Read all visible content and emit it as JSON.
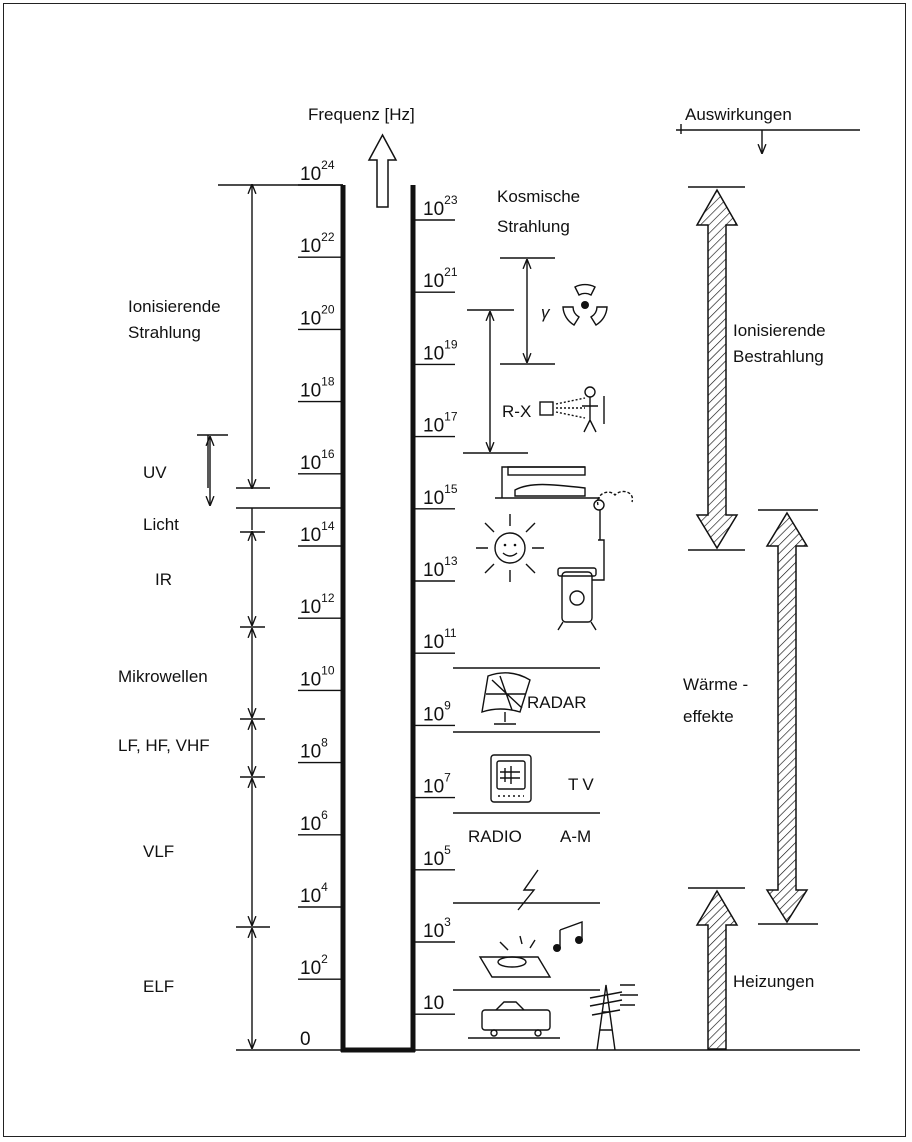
{
  "header": {
    "frequency_label": "Frequenz [Hz]",
    "effects_label": "Auswirkungen"
  },
  "left_scale": {
    "ticks": [
      {
        "base": "10",
        "exp": "24"
      },
      {
        "base": "10",
        "exp": "22"
      },
      {
        "base": "10",
        "exp": "20"
      },
      {
        "base": "10",
        "exp": "18"
      },
      {
        "base": "10",
        "exp": "16"
      },
      {
        "base": "10",
        "exp": "14"
      },
      {
        "base": "10",
        "exp": "12"
      },
      {
        "base": "10",
        "exp": "10"
      },
      {
        "base": "10",
        "exp": "8"
      },
      {
        "base": "10",
        "exp": "6"
      },
      {
        "base": "10",
        "exp": "4"
      },
      {
        "base": "10",
        "exp": "2"
      },
      {
        "base": "0",
        "exp": ""
      }
    ]
  },
  "right_scale": {
    "ticks": [
      {
        "base": "10",
        "exp": "23"
      },
      {
        "base": "10",
        "exp": "21"
      },
      {
        "base": "10",
        "exp": "19"
      },
      {
        "base": "10",
        "exp": "17"
      },
      {
        "base": "10",
        "exp": "15"
      },
      {
        "base": "10",
        "exp": "13"
      },
      {
        "base": "10",
        "exp": "11"
      },
      {
        "base": "10",
        "exp": "9"
      },
      {
        "base": "10",
        "exp": "7"
      },
      {
        "base": "10",
        "exp": "5"
      },
      {
        "base": "10",
        "exp": "3"
      },
      {
        "base": "10",
        "exp": ""
      }
    ]
  },
  "bands": {
    "ionizing_line1": "Ionisierende",
    "ionizing_line2": "Strahlung",
    "uv": "UV",
    "light": "Licht",
    "ir": "IR",
    "microwaves": "Mikrowellen",
    "lf_hf_vhf": "LF, HF, VHF",
    "vlf": "VLF",
    "elf": "ELF"
  },
  "applications": {
    "cosmic_line1": "Kosmische",
    "cosmic_line2": "Strahlung",
    "gamma": "γ",
    "xray": "R-X",
    "radar": "RADAR",
    "tv": "TV",
    "radio": "RADIO",
    "am": "A-M"
  },
  "effects": {
    "ionizing_line1": "Ionisierende",
    "ionizing_line2": "Bestrahlung",
    "thermal_line1": "Wärme -",
    "thermal_line2": "effekte",
    "heating": "Heizungen"
  },
  "colors": {
    "ink": "#111111",
    "paper": "#ffffff"
  }
}
